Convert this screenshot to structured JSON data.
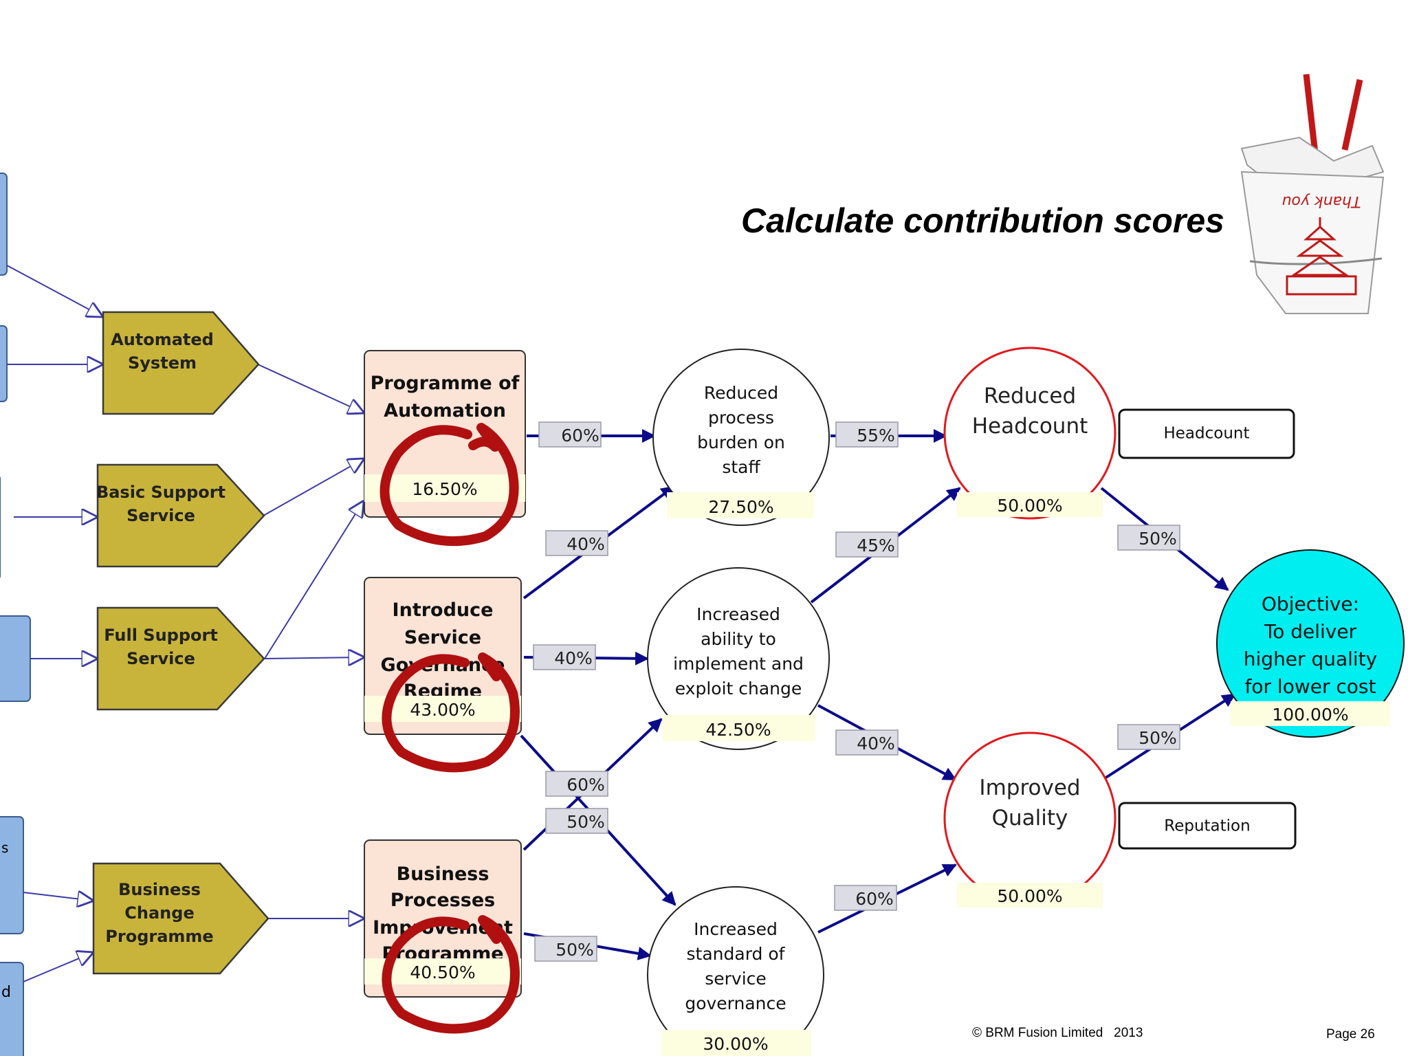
{
  "title": "Calculate contribution scores",
  "footer": {
    "copyright": "© BRM Fusion Limited   2013",
    "page": "Page 26"
  },
  "left_edge_fragments": [
    "s",
    "d"
  ],
  "capabilities": [
    {
      "id": "automated",
      "lines": [
        "Automated",
        "System"
      ]
    },
    {
      "id": "basic",
      "lines": [
        "Basic Support",
        "Service"
      ]
    },
    {
      "id": "full",
      "lines": [
        "Full Support",
        "Service"
      ]
    },
    {
      "id": "business-change",
      "lines": [
        "Business",
        "Change",
        "Programme"
      ]
    }
  ],
  "projects": [
    {
      "id": "automation",
      "lines": [
        "Programme of",
        "Automation"
      ],
      "score": "16.50%"
    },
    {
      "id": "governance",
      "lines": [
        "Introduce",
        "Service",
        "Governance",
        "Regime"
      ],
      "score": "43.00%"
    },
    {
      "id": "bpi",
      "lines": [
        "Business",
        "Processes",
        "Improvement",
        "Programme"
      ],
      "score": "40.50%"
    }
  ],
  "outcomes": [
    {
      "id": "reduced-burden",
      "lines": [
        "Reduced",
        "process",
        "burden on",
        "staff"
      ],
      "score": "27.50%"
    },
    {
      "id": "increased-ability",
      "lines": [
        "Increased",
        "ability to",
        "implement and",
        "exploit change"
      ],
      "score": "42.50%"
    },
    {
      "id": "increased-standard",
      "lines": [
        "Increased",
        "standard of",
        "service",
        "governance"
      ],
      "score": "30.00%"
    }
  ],
  "benefits": [
    {
      "id": "reduced-headcount",
      "lines": [
        "Reduced",
        "Headcount"
      ],
      "score": "50.00%",
      "measure": "Headcount"
    },
    {
      "id": "improved-quality",
      "lines": [
        "Improved",
        "Quality"
      ],
      "score": "50.00%",
      "measure": "Reputation"
    }
  ],
  "objective": {
    "lines": [
      "Objective:",
      "To deliver",
      "higher quality",
      "for lower cost"
    ],
    "score": "100.00%"
  },
  "weights": {
    "auto_burden": "60%",
    "gov_burden": "40%",
    "gov_ability": "40%",
    "bpi_ability": "60%",
    "gov_standard": "50%",
    "bpi_standard": "50%",
    "burden_headcount": "55%",
    "ability_headcount": "45%",
    "ability_quality": "40%",
    "standard_quality": "60%",
    "headcount_objective": "50%",
    "quality_objective": "50%"
  },
  "illustration": {
    "icon": "takeout-box-icon",
    "text": "Thank you"
  },
  "colors": {
    "capability_fill": "#c8b43a",
    "project_fill": "#fbe3d6",
    "score_fill": "#fdfde0",
    "benefit_border": "#e0191e",
    "objective_fill": "#00eef0",
    "arrow_dark": "#0b0b8a",
    "arrow_light": "#3a3aa8",
    "edge_box_fill": "#8eb4e3",
    "weight_fill": "#dcdce4",
    "annotation": "#b01010"
  }
}
